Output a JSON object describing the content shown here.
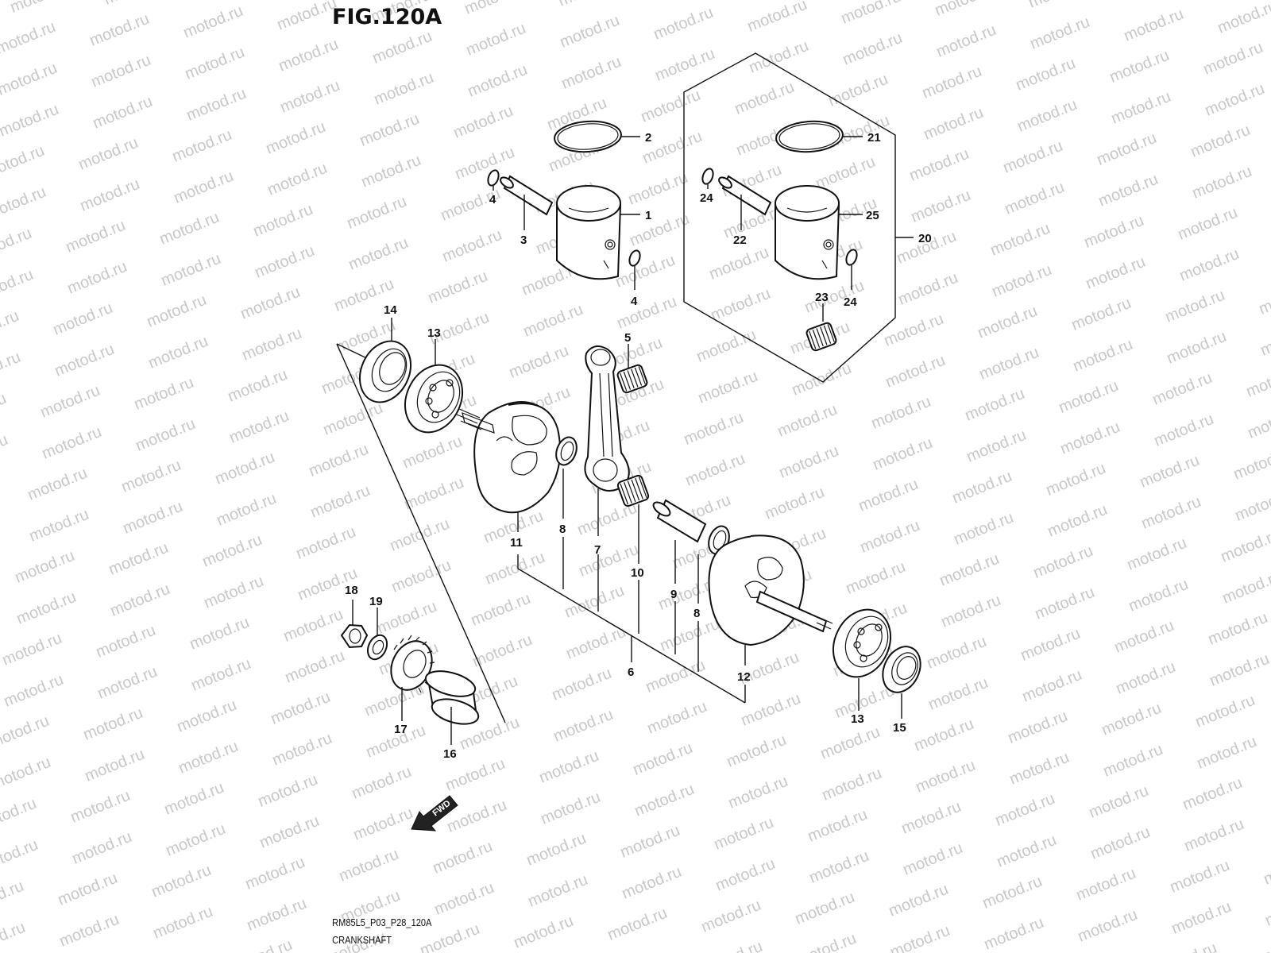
{
  "figure": {
    "title": "FIG.120A",
    "code": "RM85L5_P03_P28_120A",
    "name": "CRANKSHAFT"
  },
  "watermark": "motod.ru",
  "direction_arrow": {
    "label": "FWD"
  },
  "callouts": [
    {
      "id": "c1",
      "label": "1"
    },
    {
      "id": "c2",
      "label": "2"
    },
    {
      "id": "c3",
      "label": "3"
    },
    {
      "id": "c4a",
      "label": "4"
    },
    {
      "id": "c4b",
      "label": "4"
    },
    {
      "id": "c5",
      "label": "5"
    },
    {
      "id": "c6",
      "label": "6"
    },
    {
      "id": "c7",
      "label": "7"
    },
    {
      "id": "c8a",
      "label": "8"
    },
    {
      "id": "c8b",
      "label": "8"
    },
    {
      "id": "c9",
      "label": "9"
    },
    {
      "id": "c10",
      "label": "10"
    },
    {
      "id": "c11",
      "label": "11"
    },
    {
      "id": "c12",
      "label": "12"
    },
    {
      "id": "c13a",
      "label": "13"
    },
    {
      "id": "c13b",
      "label": "13"
    },
    {
      "id": "c14",
      "label": "14"
    },
    {
      "id": "c15",
      "label": "15"
    },
    {
      "id": "c16",
      "label": "16"
    },
    {
      "id": "c17",
      "label": "17"
    },
    {
      "id": "c18",
      "label": "18"
    },
    {
      "id": "c19",
      "label": "19"
    },
    {
      "id": "c20",
      "label": "20"
    },
    {
      "id": "c21",
      "label": "21"
    },
    {
      "id": "c22",
      "label": "22"
    },
    {
      "id": "c23",
      "label": "23"
    },
    {
      "id": "c24a",
      "label": "24"
    },
    {
      "id": "c24b",
      "label": "24"
    },
    {
      "id": "c25",
      "label": "25"
    }
  ],
  "icons": [
    "piston-icon",
    "piston-ring-icon",
    "piston-pin-icon",
    "circlip-icon",
    "needle-bearing-icon",
    "connecting-rod-icon",
    "crank-web-icon",
    "ball-bearing-icon",
    "oil-seal-icon",
    "nut-icon",
    "washer-icon",
    "gear-icon",
    "spacer-icon",
    "fwd-arrow-icon"
  ]
}
